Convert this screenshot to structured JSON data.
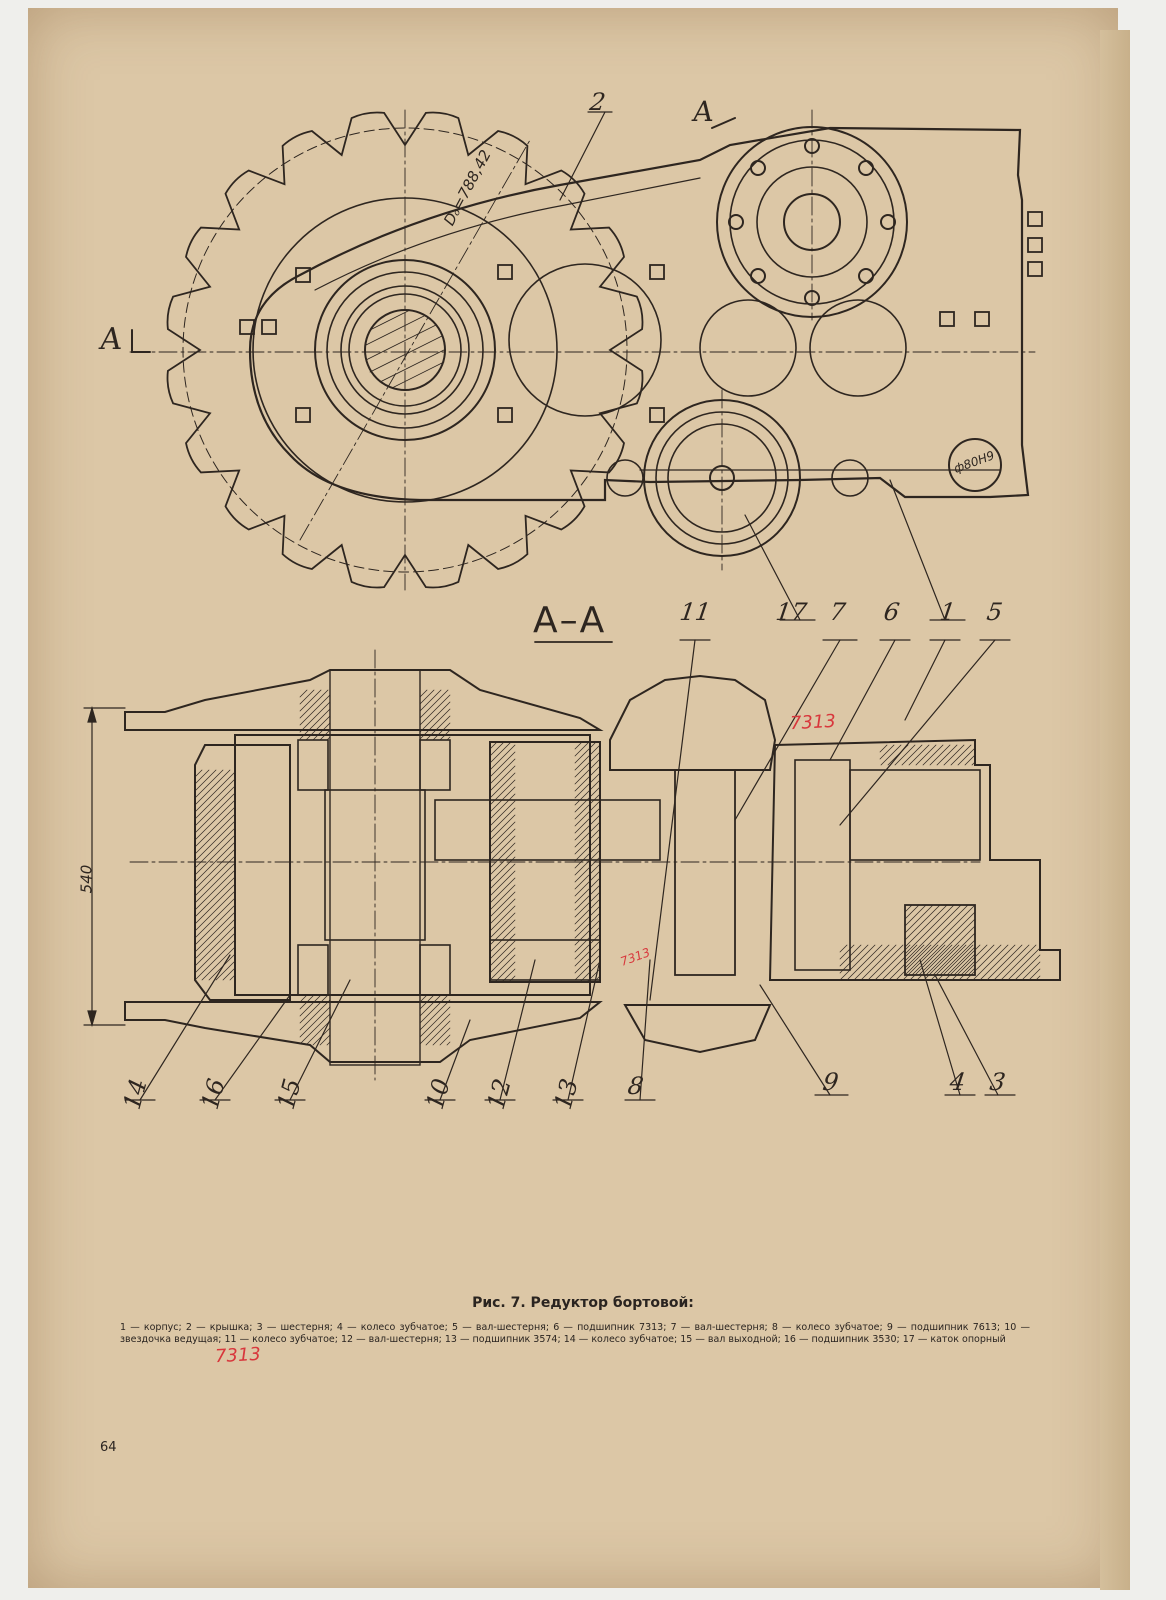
{
  "views": {
    "front_view": {
      "section_mark_left": "A",
      "section_mark_top": "A",
      "dia_label": "Dₒ=788,42",
      "bore_label": "ф80Н9"
    },
    "section_view": {
      "title": "A–A",
      "height_dim": "540"
    }
  },
  "callouts": {
    "c1": "1",
    "c2": "2",
    "c3": "3",
    "c4": "4",
    "c5": "5",
    "c6": "6",
    "c7": "7",
    "c8": "8",
    "c9": "9",
    "c10": "10",
    "c11": "11",
    "c12": "12",
    "c13": "13",
    "c14": "14",
    "c15": "15",
    "c16": "16",
    "c17": "17"
  },
  "annotations": {
    "red_top": "7313",
    "red_mid": "7313",
    "red_legend": "7313"
  },
  "caption": {
    "title": "Рис. 7. Редуктор бортовой:",
    "legend": "1 — корпус; 2 — крышка; 3 — шестерня; 4 — колесо зубчатое; 5 — вал-шестерня; 6 — подшипник 7313; 7 — вал-шестерня; 8 — колесо зубчатое; 9 — подшипник 7613; 10 — звездочка ведущая; 11 — колесо зубчатое; 12 — вал-шестерня; 13 — подшипник 3574; 14 — колесо зубчатое; 15 — вал выходной; 16 — подшипник 3530; 17 — каток опорный"
  },
  "page_number": "64",
  "colors": {
    "paper": "#dcc7a6",
    "ink": "#2e2620",
    "red_pen": "#d8373c"
  }
}
